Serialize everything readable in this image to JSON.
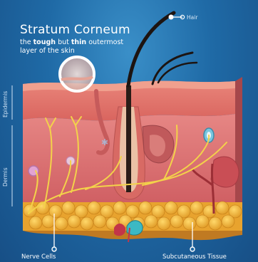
{
  "title": "Stratum Corneum",
  "subtitle": {
    "part1": "the",
    "bold1": "tough",
    "part2": "but",
    "bold2": "thin",
    "part3": "outermost layer of the skin"
  },
  "labels": {
    "hair": "Hair",
    "epidermis": "Epidermis",
    "dermis": "Dermis",
    "nerve_cells": "Nerve Cells",
    "subcutaneous_tissue": "Subcutaneous Tissue"
  },
  "colors": {
    "background": "#1f6aa6",
    "epidermis": "#e0706a",
    "dermis": "#e27a78",
    "fat": "#f2b23a",
    "nerve": "#f3d24a",
    "hair": "#1d1411"
  }
}
